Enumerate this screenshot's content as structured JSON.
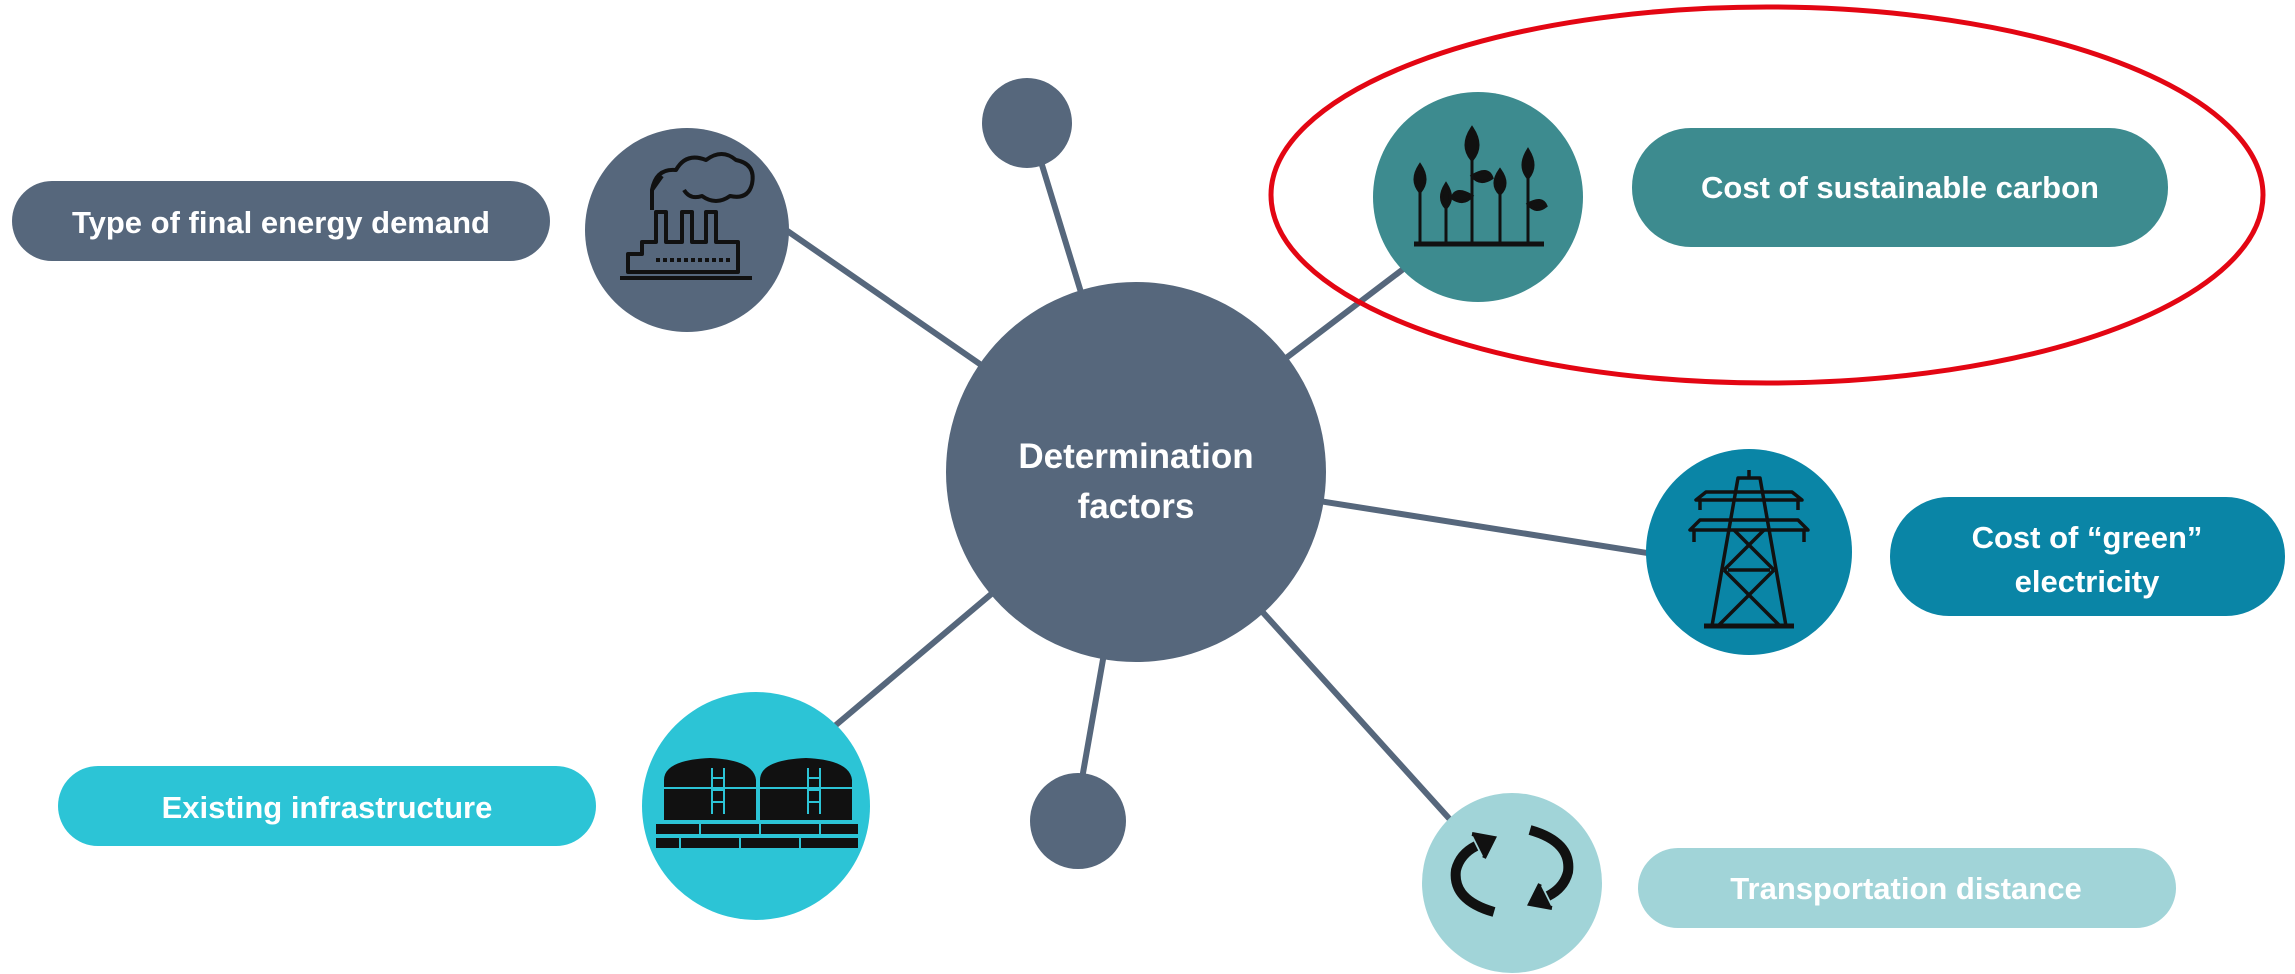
{
  "center": {
    "line1": "Determination",
    "line2": "factors"
  },
  "factors": {
    "energy_demand": {
      "label": "Type of final energy demand",
      "icon": "factory-icon"
    },
    "sustainable_carbon": {
      "label": "Cost of sustainable carbon",
      "icon": "plants-icon"
    },
    "green_electricity": {
      "line1": "Cost of “green”",
      "line2": "electricity",
      "icon": "power-pylon-icon"
    },
    "infrastructure": {
      "label": "Existing infrastructure",
      "icon": "storage-tanks-icon"
    },
    "transport": {
      "label": "Transportation distance",
      "icon": "cycle-arrows-icon"
    }
  },
  "colors": {
    "slate": "#56677c",
    "teal": "#3d8b8f",
    "ocean": "#0a85a6",
    "cyan": "#2cc4d6",
    "light": "#a1d4d8",
    "highlight": "#e30613",
    "line": "#56677c"
  }
}
